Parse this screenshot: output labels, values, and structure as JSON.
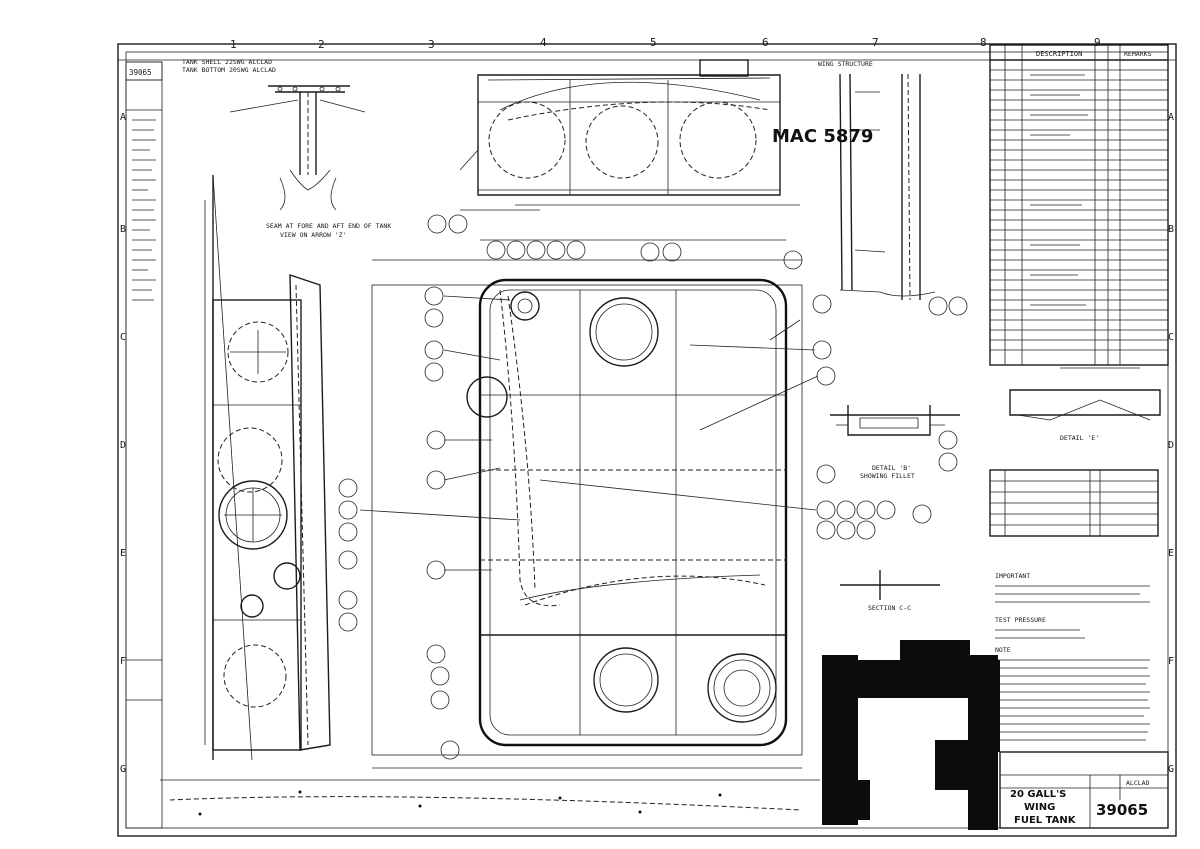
{
  "drawing": {
    "handwritten_id": "MAC 5879",
    "drawing_number": "39065",
    "title_lines": [
      "20 GALL'S",
      "WING",
      "FUEL TANK"
    ],
    "material": "ALCLAD",
    "header_note_1": "TANK SHELL 22SWG ALCLAD",
    "header_note_2": "TANK BOTTOM 20SWG ALCLAD",
    "table_header": "DESCRIPTION",
    "table_remarks": "REMARKS"
  },
  "grid": {
    "columns": [
      "1",
      "2",
      "3",
      "4",
      "5",
      "6",
      "7",
      "8",
      "9"
    ],
    "rows": [
      "A",
      "B",
      "C",
      "D",
      "E",
      "F",
      "G"
    ]
  },
  "labels": {
    "wing_structure": "WING STRUCTURE",
    "seam_view": "SEAM AT FORE AND AFT END OF TANK",
    "view_arrow": "VIEW ON ARROW 'Z'",
    "detail_b": "DETAIL 'B'",
    "showing_fillet": "SHOWING FILLET",
    "section_cc": "SECTION C-C",
    "detail_e": "DETAIL 'E'",
    "important": "IMPORTANT",
    "test_pressure": "TEST PRESSURE",
    "note": "NOTE"
  }
}
